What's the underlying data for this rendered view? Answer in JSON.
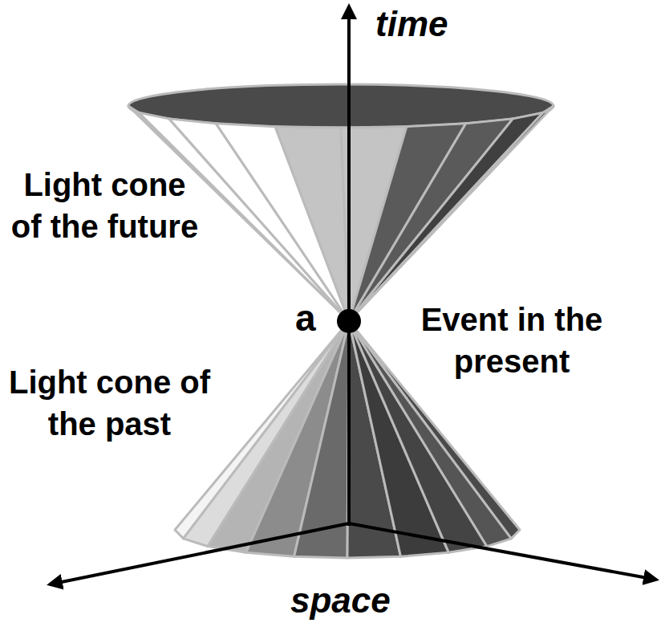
{
  "diagram": {
    "labels": [
      "time",
      "Light cone of the future",
      "a",
      "Event in the present",
      "Light cone of the past",
      "space"
    ]
  }
}
